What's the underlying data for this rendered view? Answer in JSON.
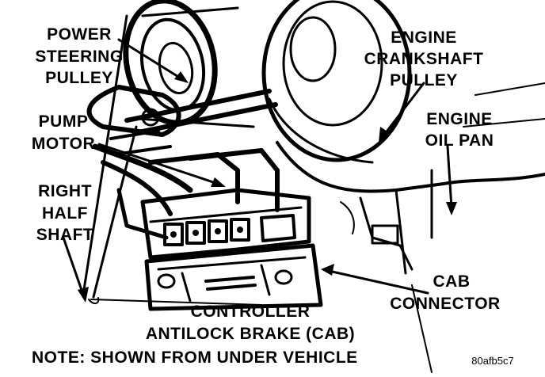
{
  "labels": {
    "power_steering_pulley": [
      "POWER",
      "STEERING",
      "PULLEY"
    ],
    "engine_crankshaft_pulley": [
      "ENGINE",
      "CRANKSHAFT",
      "PULLEY"
    ],
    "engine_oil_pan": [
      "ENGINE",
      "OIL PAN"
    ],
    "pump_motor": [
      "PUMP",
      "MOTOR"
    ],
    "right_half_shaft": [
      "RIGHT",
      "HALF",
      "SHAFT"
    ],
    "cab_connector": [
      "CAB",
      "CONNECTOR"
    ],
    "controller": [
      "CONTROLLER",
      "ANTILOCK BRAKE (CAB)"
    ]
  },
  "note": "NOTE: SHOWN FROM UNDER VEHICLE",
  "figure_code": "80afb5c7"
}
